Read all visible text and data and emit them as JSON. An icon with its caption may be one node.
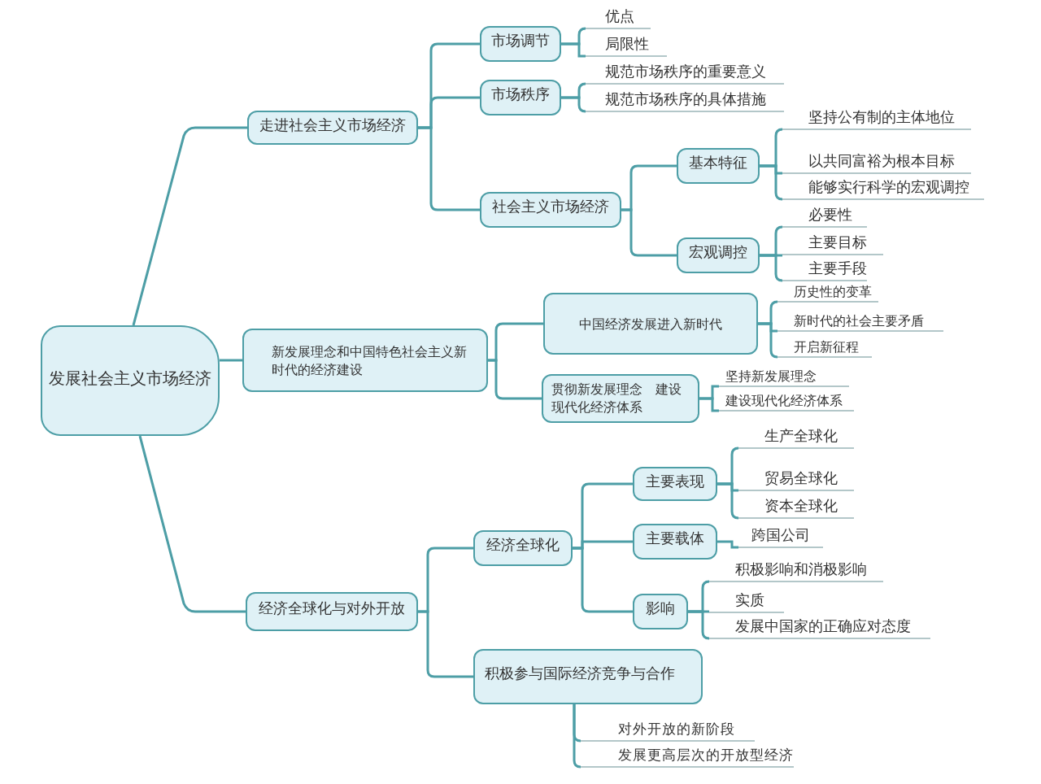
{
  "diagram": {
    "nodes": [
      {
        "text": [
          "发展社会主义市场经济"
        ]
      },
      {
        "text": [
          "走进社会主义市场经济"
        ]
      },
      {
        "text": [
          "市场调节"
        ]
      },
      {
        "text": [
          "优点"
        ]
      },
      {
        "text": [
          "局限性"
        ]
      },
      {
        "text": [
          "市场秩序"
        ]
      },
      {
        "text": [
          "规范市场秩序的重要意义"
        ]
      },
      {
        "text": [
          "规范市场秩序的具体措施"
        ]
      },
      {
        "text": [
          "社会主义市场经济"
        ]
      },
      {
        "text": [
          "基本特征"
        ]
      },
      {
        "text": [
          "坚持公有制的主体地位"
        ]
      },
      {
        "text": [
          "以共同富裕为根本目标"
        ]
      },
      {
        "text": [
          "能够实行科学的宏观调控"
        ]
      },
      {
        "text": [
          "宏观调控"
        ]
      },
      {
        "text": [
          "必要性"
        ]
      },
      {
        "text": [
          "主要目标"
        ]
      },
      {
        "text": [
          "主要手段"
        ]
      },
      {
        "text": [
          "新发展理念和中国特色社会主义新时代的经济建设"
        ]
      },
      {
        "text": [
          "中国经济发展进入新时代"
        ]
      },
      {
        "text": [
          "历史性的变革"
        ]
      },
      {
        "text": [
          "新时代的社会主要矛盾"
        ]
      },
      {
        "text": [
          "开启新征程"
        ]
      },
      {
        "text": [
          "贯彻新发展理念　建设现代化经济体系"
        ]
      },
      {
        "text": [
          "坚持新发展理念"
        ]
      },
      {
        "text": [
          "建设现代化经济体系"
        ]
      },
      {
        "text": [
          "经济全球化与对外开放"
        ]
      },
      {
        "text": [
          "经济全球化"
        ]
      },
      {
        "text": [
          "主要表现"
        ]
      },
      {
        "text": [
          "生产全球化"
        ]
      },
      {
        "text": [
          "贸易全球化"
        ]
      },
      {
        "text": [
          "资本全球化"
        ]
      },
      {
        "text": [
          "主要载体"
        ]
      },
      {
        "text": [
          "跨国公司"
        ]
      },
      {
        "text": [
          "影响"
        ]
      },
      {
        "text": [
          "积极影响和消极影响"
        ]
      },
      {
        "text": [
          "实质"
        ]
      },
      {
        "text": [
          "发展中国家的正确应对态度"
        ]
      },
      {
        "text": [
          "积极参与国际经济竞争与合作"
        ]
      },
      {
        "text": [
          "对外开放的新阶段"
        ]
      },
      {
        "text": [
          "发展更高层次的开放型经济"
        ]
      }
    ],
    "edges": [
      {
        "from": 0,
        "to": 1,
        "arrow": "none"
      },
      {
        "from": 0,
        "to": 17,
        "arrow": "none"
      },
      {
        "from": 0,
        "to": 25,
        "arrow": "none"
      },
      {
        "from": 1,
        "to": 2,
        "arrow": "none"
      },
      {
        "from": 1,
        "to": 5,
        "arrow": "none"
      },
      {
        "from": 1,
        "to": 8,
        "arrow": "none"
      },
      {
        "from": 2,
        "to": 3,
        "arrow": "none"
      },
      {
        "from": 2,
        "to": 4,
        "arrow": "none"
      },
      {
        "from": 5,
        "to": 6,
        "arrow": "none"
      },
      {
        "from": 5,
        "to": 7,
        "arrow": "none"
      },
      {
        "from": 8,
        "to": 9,
        "arrow": "none"
      },
      {
        "from": 8,
        "to": 13,
        "arrow": "none"
      },
      {
        "from": 9,
        "to": 10,
        "arrow": "none"
      },
      {
        "from": 9,
        "to": 11,
        "arrow": "none"
      },
      {
        "from": 9,
        "to": 12,
        "arrow": "none"
      },
      {
        "from": 13,
        "to": 14,
        "arrow": "none"
      },
      {
        "from": 13,
        "to": 15,
        "arrow": "none"
      },
      {
        "from": 13,
        "to": 16,
        "arrow": "none"
      },
      {
        "from": 17,
        "to": 18,
        "arrow": "none"
      },
      {
        "from": 17,
        "to": 22,
        "arrow": "none"
      },
      {
        "from": 18,
        "to": 19,
        "arrow": "none"
      },
      {
        "from": 18,
        "to": 20,
        "arrow": "none"
      },
      {
        "from": 18,
        "to": 21,
        "arrow": "none"
      },
      {
        "from": 22,
        "to": 23,
        "arrow": "none"
      },
      {
        "from": 22,
        "to": 24,
        "arrow": "none"
      },
      {
        "from": 25,
        "to": 26,
        "arrow": "none"
      },
      {
        "from": 25,
        "to": 37,
        "arrow": "none"
      },
      {
        "from": 26,
        "to": 27,
        "arrow": "none"
      },
      {
        "from": 26,
        "to": 31,
        "arrow": "none"
      },
      {
        "from": 26,
        "to": 33,
        "arrow": "none"
      },
      {
        "from": 27,
        "to": 28,
        "arrow": "none"
      },
      {
        "from": 27,
        "to": 29,
        "arrow": "none"
      },
      {
        "from": 27,
        "to": 30,
        "arrow": "none"
      },
      {
        "from": 31,
        "to": 32,
        "arrow": "none"
      },
      {
        "from": 33,
        "to": 34,
        "arrow": "none"
      },
      {
        "from": 33,
        "to": 35,
        "arrow": "none"
      },
      {
        "from": 33,
        "to": 36,
        "arrow": "none"
      },
      {
        "from": 37,
        "to": 38,
        "arrow": "none"
      },
      {
        "from": 37,
        "to": 39,
        "arrow": "none"
      }
    ]
  }
}
